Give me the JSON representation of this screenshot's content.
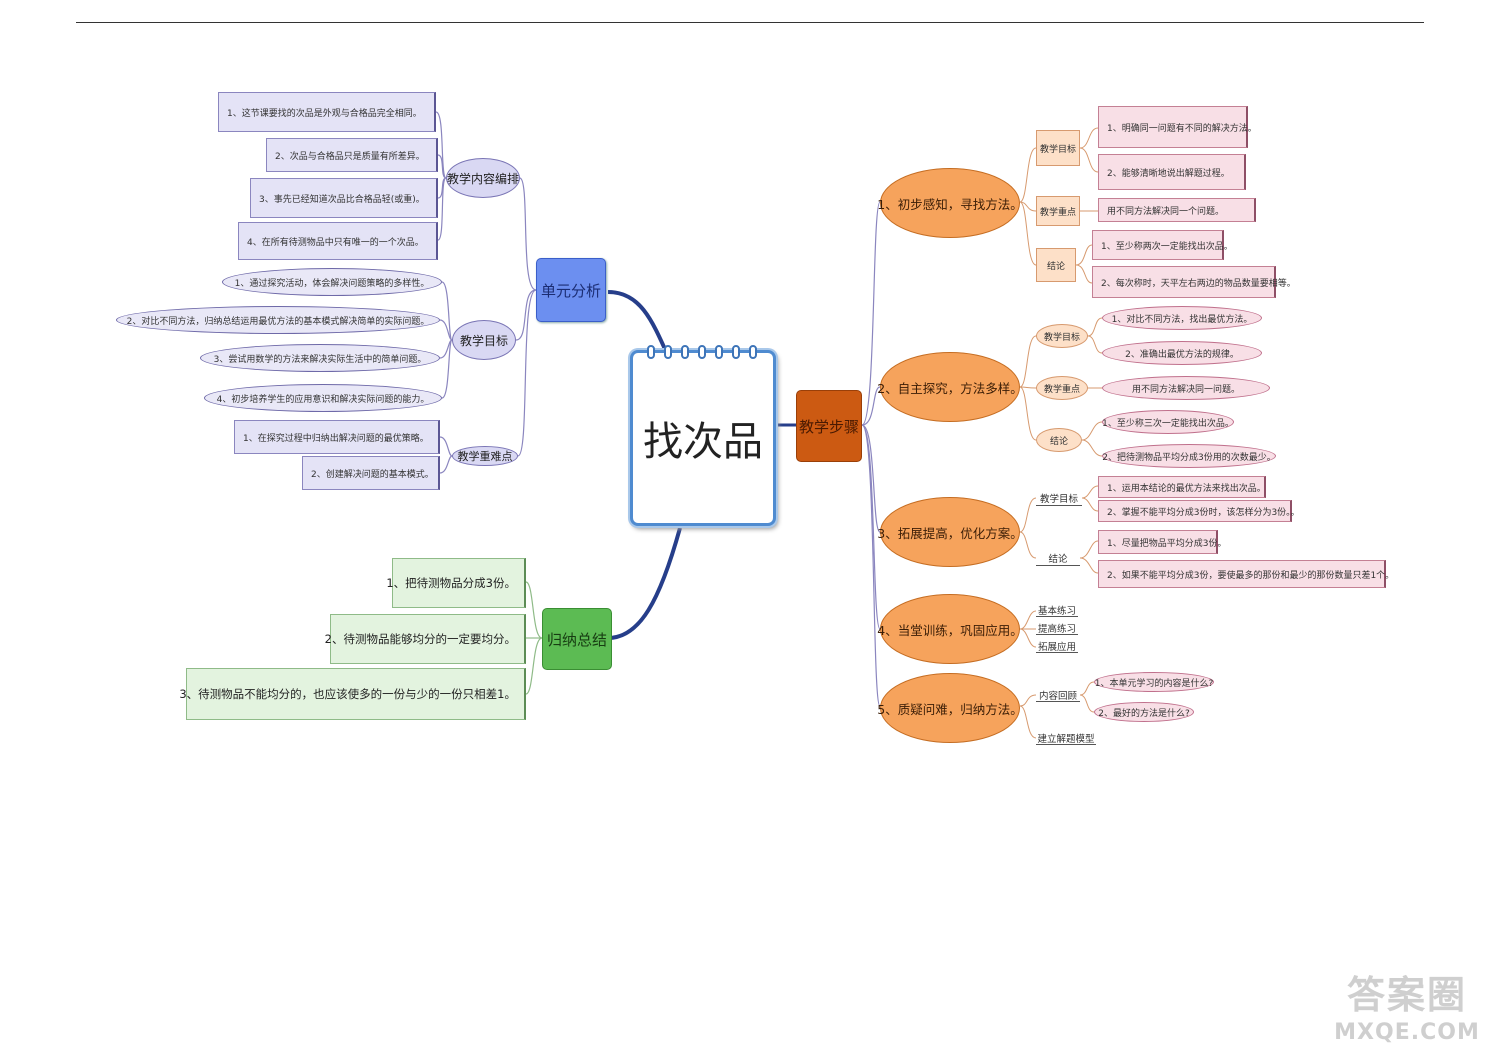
{
  "center": {
    "title": "找次品"
  },
  "left_top": {
    "label": "单元分析",
    "content_arrangement": {
      "label": "教学内容编排",
      "items": [
        "1、这节课要找的次品是外观与合格品完全相同。",
        "2、次品与合格品只是质量有所差异。",
        "3、事先已经知道次品比合格品轻(或重)。",
        "4、在所有待测物品中只有唯一的一个次品。"
      ]
    },
    "goals": {
      "label": "教学目标",
      "items": [
        "1、通过探究活动，体会解决问题策略的多样性。",
        "2、对比不同方法，归纳总结运用最优方法的基本模式解决简单的实际问题。",
        "3、尝试用数学的方法来解决实际生活中的简单问题。",
        "4、初步培养学生的应用意识和解决实际问题的能力。"
      ]
    },
    "key_points": {
      "label": "教学重难点",
      "items": [
        "1、在探究过程中归纳出解决问题的最优策略。",
        "2、创建解决问题的基本模式。"
      ]
    }
  },
  "left_bottom": {
    "label": "归纳总结",
    "items": [
      "1、把待测物品分成3份。",
      "2、待测物品能够均分的一定要均分。",
      "3、待测物品不能均分的，也应该使多的一份与少的一份只相差1。"
    ]
  },
  "right": {
    "label": "教学步骤",
    "steps": [
      {
        "label": "1、初步感知，寻找方法。",
        "groups": [
          {
            "tag": "教学目标",
            "items": [
              "1、明确同一问题有不同的解决方法。",
              "2、能够清晰地说出解题过程。"
            ]
          },
          {
            "tag": "教学重点",
            "items": [
              "用不同方法解决同一个问题。"
            ]
          },
          {
            "tag": "结论",
            "items": [
              "1、至少称两次一定能找出次品。",
              "2、每次称时，天平左右两边的物品数量要相等。"
            ]
          }
        ]
      },
      {
        "label": "2、自主探究，方法多样。",
        "groups": [
          {
            "tag": "教学目标",
            "items": [
              "1、对比不同方法，找出最优方法。",
              "2、准确出最优方法的规律。"
            ]
          },
          {
            "tag": "教学重点",
            "items": [
              "用不同方法解决同一问题。"
            ]
          },
          {
            "tag": "结论",
            "items": [
              "1、至少称三次一定能找出次品。",
              "2、把待测物品平均分成3份用的次数最少。"
            ]
          }
        ]
      },
      {
        "label": "3、拓展提高，优化方案。",
        "groups": [
          {
            "tag": "教学目标",
            "items": [
              "1、运用本结论的最优方法来找出次品。",
              "2、掌握不能平均分成3份时，该怎样分为3份。。"
            ]
          },
          {
            "tag": "结论",
            "items": [
              "1、尽量把物品平均分成3份。",
              "2、如果不能平均分成3份，要使最多的那份和最少的那份数量只差1个。"
            ]
          }
        ]
      },
      {
        "label": "4、当堂训练，巩固应用。",
        "labels": [
          "基本练习",
          "提高练习",
          "拓展应用"
        ]
      },
      {
        "label": "5、质疑问难，归纳方法。",
        "groups": [
          {
            "tag": "内容回顾",
            "items": [
              "1、本单元学习的内容是什么?",
              "2、最好的方法是什么?"
            ]
          }
        ],
        "extra": "建立解题模型"
      }
    ]
  },
  "watermark": {
    "line1": "答案圈",
    "line2": "MXQE.COM"
  }
}
